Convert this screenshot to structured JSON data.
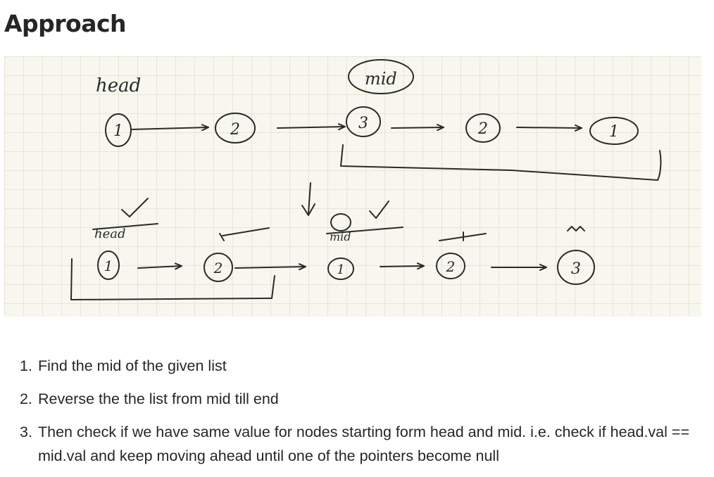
{
  "heading": "Approach",
  "figure": {
    "top_row": {
      "head_label": "head",
      "mid_label": "mid",
      "nodes": [
        "1",
        "2",
        "3",
        "2",
        "1"
      ]
    },
    "bottom_row": {
      "head_label": "head",
      "mid_label": "mid",
      "nodes": [
        "1",
        "2",
        "1",
        "2",
        "3"
      ]
    }
  },
  "steps": [
    {
      "number": "1.",
      "text": "Find the mid of the given list"
    },
    {
      "number": "2.",
      "text": "Reverse the the list from mid till end"
    },
    {
      "number": "3.",
      "text": "Then check if we have same value for nodes starting form head and mid. i.e. check if head.val == mid.val and keep moving ahead until one of the pointers become null"
    }
  ]
}
